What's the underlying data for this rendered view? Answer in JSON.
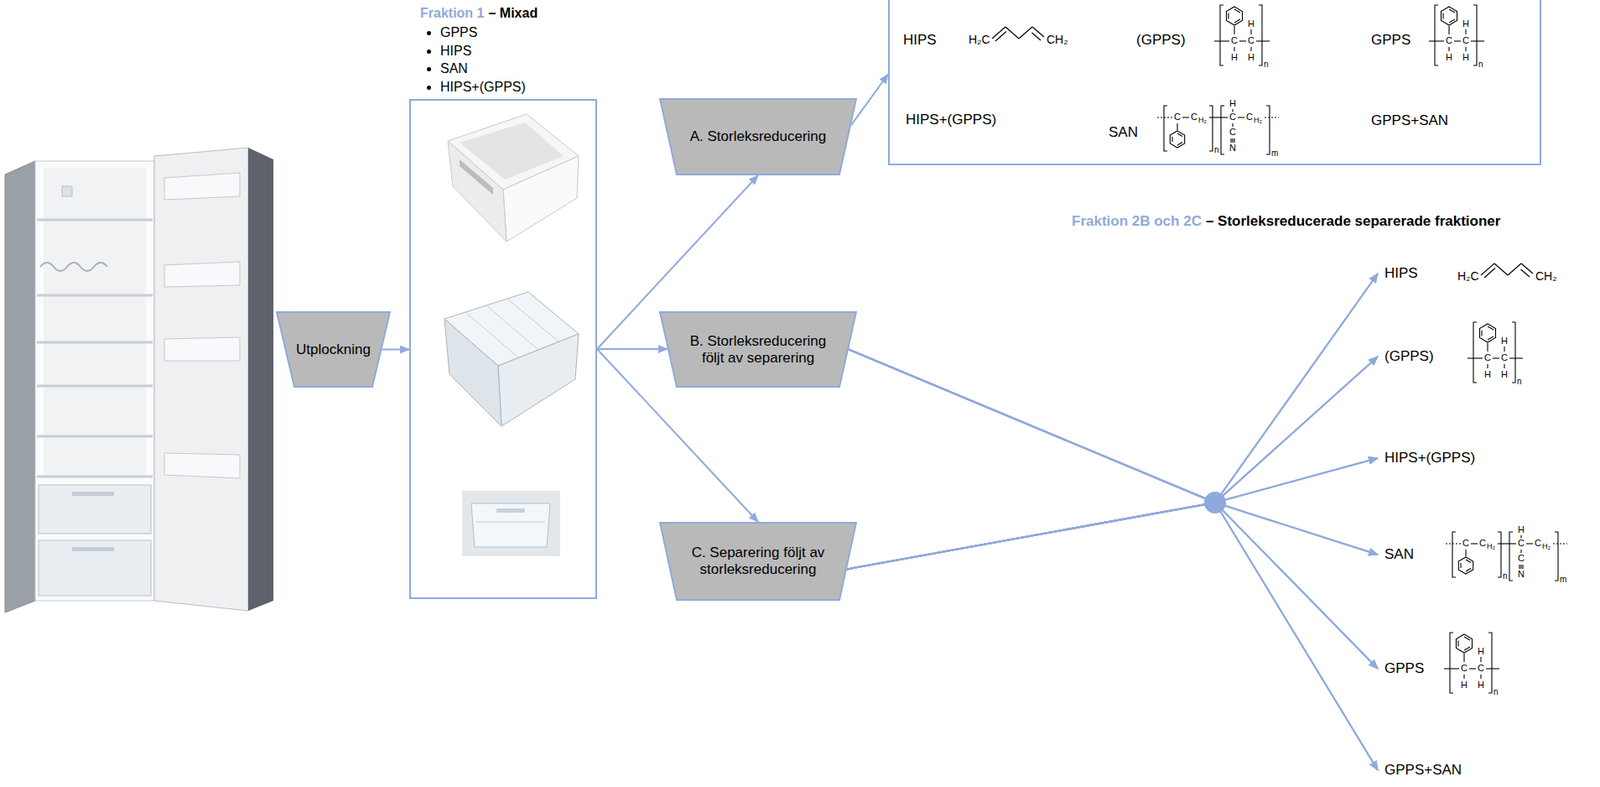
{
  "diagram": {
    "nodes": [
      {
        "text": [
          "Utplockning"
        ]
      },
      {
        "text": [
          "Fraktion 1",
          "– Mixad",
          "GPPS",
          "HIPS",
          "SAN",
          "HIPS+(GPPS)"
        ]
      },
      {
        "text": [
          "A. Storleksreducering"
        ]
      },
      {
        "text": [
          "HIPS",
          "(GPPS)",
          "GPPS",
          "HIPS+(GPPS)",
          "SAN",
          "GPPS+SAN"
        ]
      },
      {
        "text": [
          "B. Storleksreducering följt av separering"
        ]
      },
      {
        "text": [
          "C. Separering följt av storleksreducering"
        ]
      },
      {
        "text": [
          "HIPS"
        ]
      },
      {
        "text": [
          "(GPPS)"
        ]
      },
      {
        "text": [
          "HIPS+(GPPS)"
        ]
      },
      {
        "text": [
          "SAN"
        ]
      },
      {
        "text": [
          "GPPS"
        ]
      },
      {
        "text": [
          "GPPS+SAN"
        ]
      }
    ],
    "edges": [
      {
        "from": 0,
        "to": 1,
        "arrow": "to"
      },
      {
        "from": 1,
        "to": 2,
        "arrow": "to"
      },
      {
        "from": 1,
        "to": 4,
        "arrow": "to"
      },
      {
        "from": 1,
        "to": 5,
        "arrow": "to"
      },
      {
        "from": 2,
        "to": 3,
        "arrow": "to"
      },
      {
        "from": 4,
        "to": 6,
        "arrow": "to"
      },
      {
        "from": 4,
        "to": 7,
        "arrow": "to"
      },
      {
        "from": 4,
        "to": 8,
        "arrow": "to"
      },
      {
        "from": 4,
        "to": 9,
        "arrow": "to"
      },
      {
        "from": 4,
        "to": 10,
        "arrow": "to"
      },
      {
        "from": 4,
        "to": 11,
        "arrow": "to"
      },
      {
        "from": 5,
        "to": 6,
        "arrow": "to"
      },
      {
        "from": 5,
        "to": 7,
        "arrow": "to"
      },
      {
        "from": 5,
        "to": 8,
        "arrow": "to"
      },
      {
        "from": 5,
        "to": 9,
        "arrow": "to"
      },
      {
        "from": 5,
        "to": 10,
        "arrow": "to"
      },
      {
        "from": 5,
        "to": 11,
        "arrow": "to"
      }
    ],
    "labels": [
      "Fraktion 2B och 2C",
      "– Storleksreducerade separerade fraktioner",
      "H₂C",
      "CH₂",
      "H",
      "C",
      "C",
      "H",
      "H",
      "n",
      "H",
      "C",
      "C",
      "H",
      "H",
      "n",
      "C",
      "C",
      "H₂",
      "n",
      "H",
      "C",
      "C",
      "H₂",
      "C",
      "N",
      "m",
      "H₂C",
      "CH₂",
      "H",
      "C",
      "C",
      "H",
      "H",
      "n",
      "C",
      "C",
      "H₂",
      "n",
      "H",
      "C",
      "C",
      "H₂",
      "C",
      "N",
      "m",
      "H",
      "C",
      "C",
      "H",
      "H",
      "n"
    ]
  }
}
